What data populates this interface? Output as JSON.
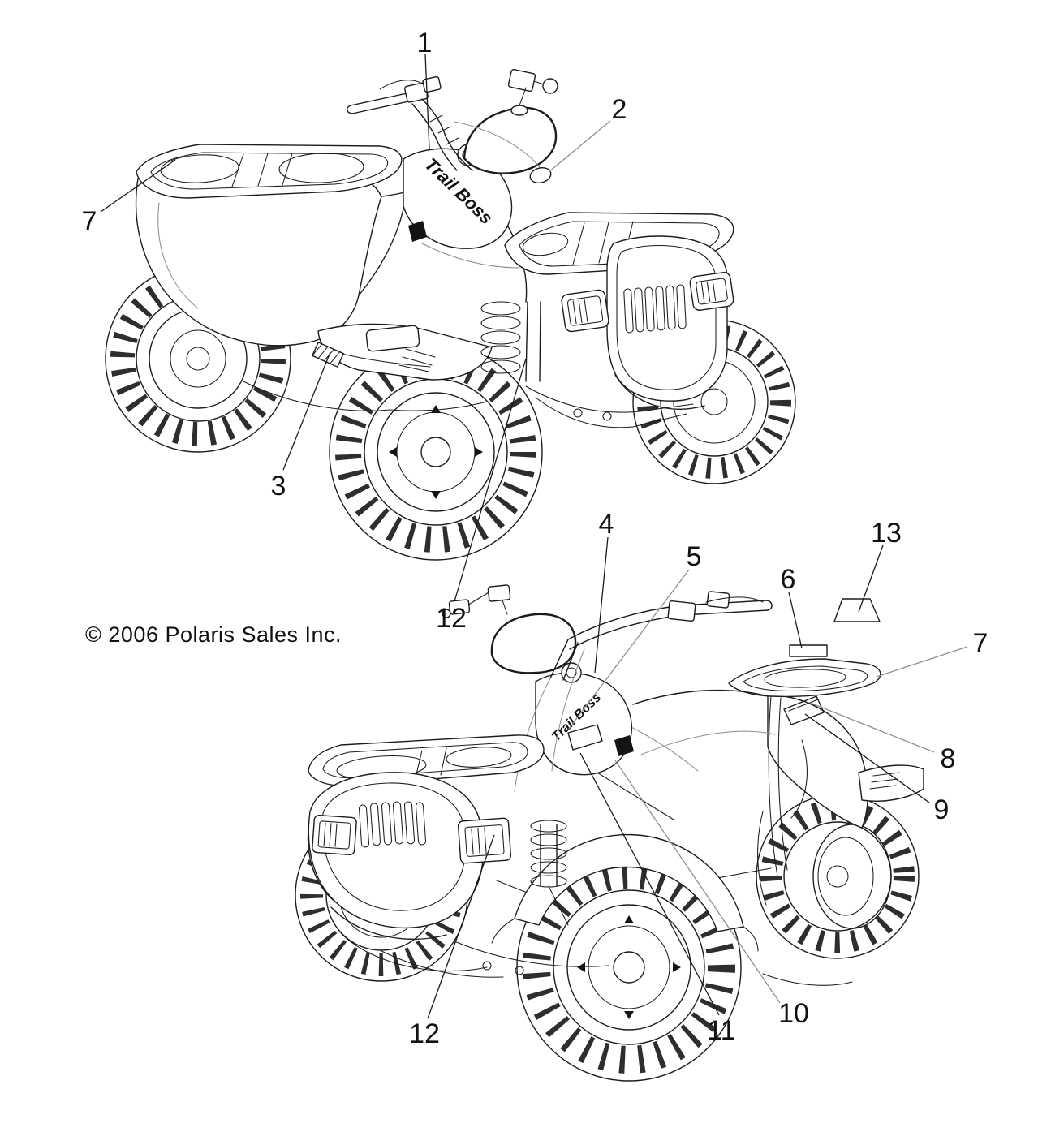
{
  "diagram": {
    "copyright": "© 2006 Polaris Sales Inc.",
    "decal_text": "Trail Boss",
    "colors": {
      "background": "#ffffff",
      "line": "#1c1c1c",
      "leader_gray": "#8f8f8f"
    },
    "callouts": {
      "n1": "1",
      "n2": "2",
      "n3": "3",
      "n4": "4",
      "n5": "5",
      "n6": "6",
      "n7_top": "7",
      "n7_bottom": "7",
      "n8": "8",
      "n9": "9",
      "n10": "10",
      "n11": "11",
      "n12_top": "12",
      "n12_bottom": "12",
      "n13": "13"
    }
  }
}
